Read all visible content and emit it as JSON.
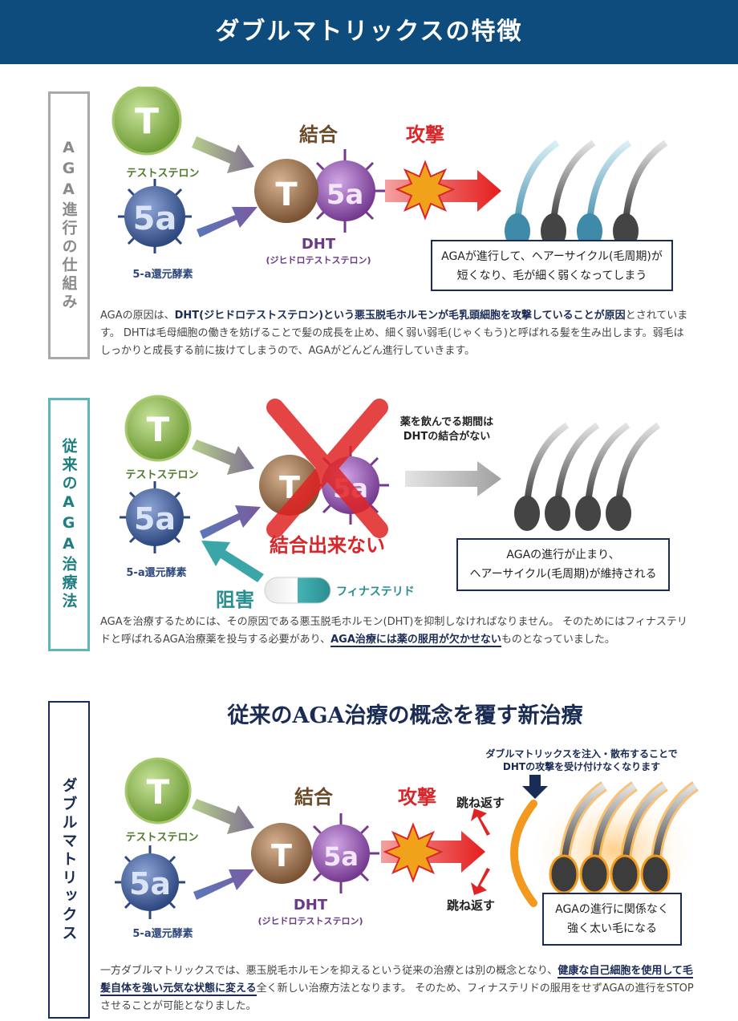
{
  "header": {
    "title": "ダブルマトリックスの特徴"
  },
  "section1": {
    "side_label": "AGA進行の仕組み",
    "t_label": "テストステロン",
    "enzyme_label": "5-a還元酵素",
    "t_symbol": "T",
    "enzyme_symbol": "5a",
    "bind_label": "結合",
    "attack_label": "攻撃",
    "dht_label": "DHT",
    "dht_sub": "(ジヒドロテストステロン)",
    "box_line1": "AGAが進行して、ヘアーサイクル(毛周期)が",
    "box_line2": "短くなり、毛が細く弱くなってしまう",
    "para_a": "AGAの原因は、",
    "para_b": "DHT(ジヒドロテストステロン)という悪玉脱毛ホルモンが毛乳頭細胞を攻撃していることが原因",
    "para_c": "とされています。 DHTは毛母細胞の働きを妨げることで髪の成長を止め、細く弱い弱毛(じゃくもう)と呼ばれる髪を生み出します。弱毛はしっかりと成長する前に抜けてしまうので、AGAがどんどん進行していきます。"
  },
  "section2": {
    "side_label": "従来のAGA治療法",
    "t_label": "テストステロン",
    "enzyme_label": "5-a還元酵素",
    "t_symbol": "T",
    "enzyme_symbol": "5a",
    "cannot_bind": "結合出来ない",
    "block_label": "阻害",
    "drug_label": "フィナステリド",
    "note_line1": "薬を飲んでる期間は",
    "note_line2": "DHTの結合がない",
    "box_line1": "AGAの進行が止まり、",
    "box_line2": "ヘアーサイクル(毛周期)が維持される",
    "para_a": "AGAを治療するためには、その原因である悪玉脱毛ホルモン(DHT)を抑制しなければなりません。 そのためにはフィナステリドと呼ばれるAGA治療薬を投与する必要があり、",
    "para_b": "AGA治療には薬の服用が欠かせない",
    "para_c": "ものとなっていました。"
  },
  "section3": {
    "side_label": "ダブルマトリックス",
    "headline": "従来のAGA治療の概念を覆す新治療",
    "t_label": "テストステロン",
    "enzyme_label": "5-a還元酵素",
    "t_symbol": "T",
    "enzyme_symbol": "5a",
    "bind_label": "結合",
    "attack_label": "攻撃",
    "dht_label": "DHT",
    "dht_sub": "(ジヒドロテストステロン)",
    "bounce_top": "跳ね返す",
    "bounce_bottom": "跳ね返す",
    "note_line1": "ダブルマトリックスを注入・散布することで",
    "note_line2": "DHTの攻撃を受け付けなくなります",
    "box_line1": "AGAの進行に関係なく",
    "box_line2": "強く太い毛になる",
    "para_a": "一方ダブルマトリックスでは、悪玉脱毛ホルモンを抑えるという従来の治療とは別の概念となり、",
    "para_b": "健康な自己細胞を使用して毛髪自体を強い元気な状態に変える",
    "para_c": "全く新しい治療方法となります。 そのため、フィナステリドの服用をせずAGAの進行をSTOPさせることが可能となりました。"
  },
  "colors": {
    "header_bg": "#0e4c7e",
    "navy": "#1a2b55",
    "t_green": "#8dbb4e",
    "enzyme_blue": "#3f5d9c",
    "dht_brown": "#a57a55",
    "dht_purple": "#9a63b8",
    "attack_red": "#d8262a",
    "teal": "#5fb6b5",
    "glow_orange": "#f39a1e"
  }
}
